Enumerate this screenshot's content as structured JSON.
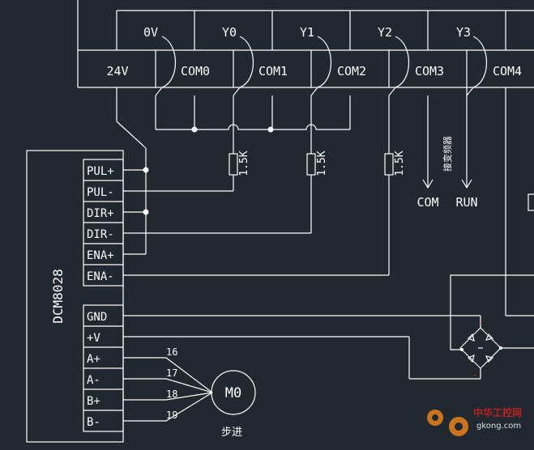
{
  "plc": {
    "top_row": [
      "0V",
      "Y0",
      "Y1",
      "Y2",
      "Y3"
    ],
    "bottom_row": [
      "24V",
      "COM0",
      "COM1",
      "COM2",
      "COM3",
      "COM4"
    ]
  },
  "resistors": [
    "1.5K",
    "1.5K",
    "1.5K"
  ],
  "com_labels": {
    "com": "COM",
    "run": "RUN",
    "freq_note": "接变频器"
  },
  "driver": {
    "name": "DCM8028",
    "pins_top": [
      "PUL+",
      "PUL-",
      "DIR+",
      "DIR-",
      "ENA+",
      "ENA-"
    ],
    "pins_bottom": [
      "GND",
      "+V",
      "A+",
      "A-",
      "B+",
      "B-"
    ]
  },
  "motor": {
    "label": "M0",
    "caption": "步进",
    "wire_numbers": [
      "16",
      "17",
      "18",
      "19"
    ]
  },
  "bridge_marks": [
    "~",
    "~"
  ],
  "watermark": {
    "cn": "中华工控网",
    "url": "gkong.com"
  },
  "colors": {
    "background": "#212830",
    "lines": "#ffffff",
    "bridge_marks": "#e03030",
    "watermark_orange": "#e8821e",
    "watermark_red": "#d42020"
  }
}
